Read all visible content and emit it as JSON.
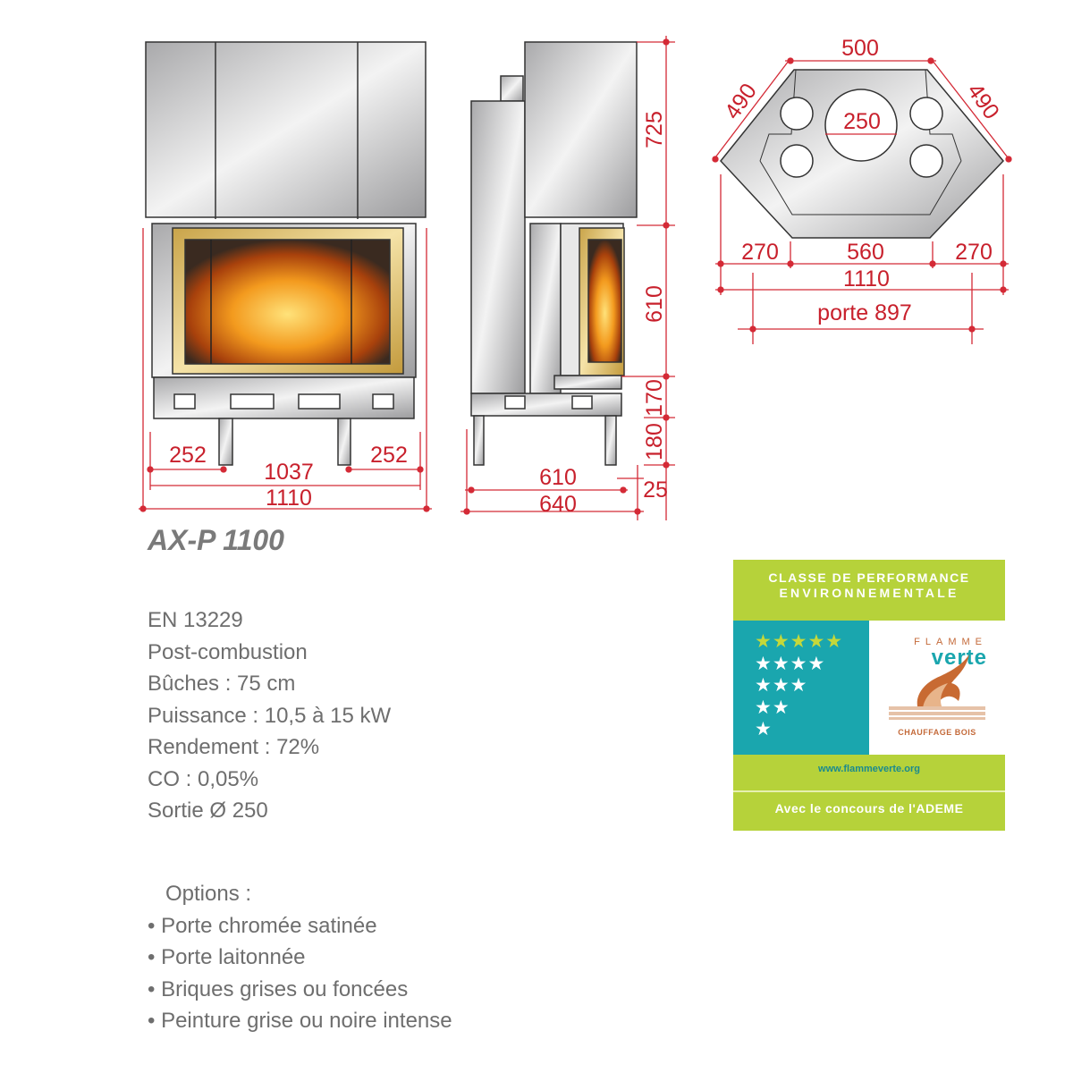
{
  "product": {
    "model": "AX-P 1100"
  },
  "front_view": {
    "dims": {
      "side_left": "252",
      "side_right": "252",
      "inner": "1037",
      "total": "1110"
    }
  },
  "side_view": {
    "dims": {
      "h_top": "725",
      "h_door": "610",
      "h_base": "170",
      "h_legs": "180",
      "offset": "25",
      "depth_inner": "610",
      "depth_total": "640"
    }
  },
  "top_view": {
    "dims": {
      "front": "500",
      "diag_left": "490",
      "diag_right": "490",
      "flue": "250",
      "back_left": "270",
      "back_mid": "560",
      "back_right": "270",
      "back_total": "1110",
      "door": "porte 897"
    }
  },
  "specs": [
    "EN 13229",
    "Post-combustion",
    "Bûches : 75 cm",
    "Puissance : 10,5 à 15 kW",
    "Rendement : 72%",
    "CO : 0,05%",
    "Sortie Ø 250"
  ],
  "options": {
    "heading": "Options :",
    "items": [
      "• Porte chromée satinée",
      "• Porte laitonnée",
      "• Briques grises ou foncées",
      "• Peinture grise ou noire intense"
    ]
  },
  "badge": {
    "line1": "CLASSE DE PERFORMANCE",
    "line2": "ENVIRONNEMENTALE",
    "stars": [
      "★★★★★",
      "★★★★",
      "★★★",
      "★★",
      "★"
    ],
    "logo_top": "FLAMME",
    "logo_main": "verte",
    "logo_sub": "CHAUFFAGE BOIS",
    "url": "www.flammeverte.org",
    "footer": "Avec le concours de l'ADEME"
  },
  "colors": {
    "dimension": "#c8202c",
    "badge_green": "#b6d23a",
    "badge_teal": "#1aa6ae"
  }
}
